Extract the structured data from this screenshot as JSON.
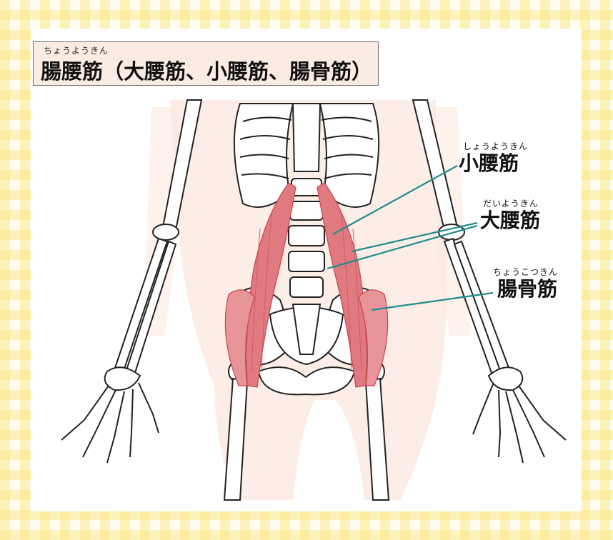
{
  "title": {
    "ruby": "ちょうようきん",
    "main": "腸腰筋（大腰筋、小腰筋、腸骨筋）"
  },
  "labels": [
    {
      "id": "psoas-minor",
      "ruby": "しょうようきん",
      "text": "小腰筋"
    },
    {
      "id": "psoas-major",
      "ruby": "だいようきん",
      "text": "大腰筋"
    },
    {
      "id": "iliacus",
      "ruby": "ちょうこつきん",
      "text": "腸骨筋"
    }
  ],
  "colors": {
    "leader_line": "#1f8c8c",
    "muscle": "#e07a80",
    "muscle_dark": "#c9434d",
    "skin": "#fbe9e0",
    "background_check": "#fae88c"
  }
}
